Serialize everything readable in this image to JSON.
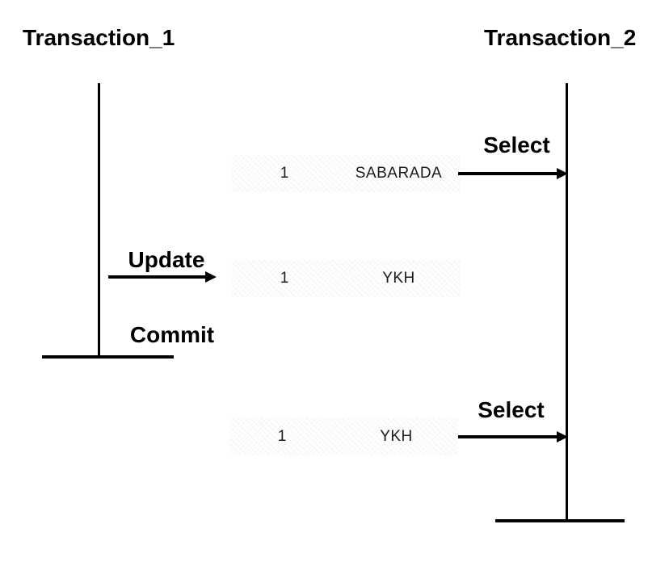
{
  "colors": {
    "ink": "#000000",
    "background": "#ffffff",
    "record_text": "#1b1b1b"
  },
  "lanes": [
    {
      "title": "Transaction_1"
    },
    {
      "title": "Transaction_2"
    }
  ],
  "operations": [
    {
      "label": "Select"
    },
    {
      "label": "Update"
    },
    {
      "label": "Commit"
    },
    {
      "label": "Select"
    }
  ],
  "records": [
    {
      "id": "1",
      "value": "SABARADA"
    },
    {
      "id": "1",
      "value": "YKH"
    },
    {
      "id": "1",
      "value": "YKH"
    }
  ]
}
